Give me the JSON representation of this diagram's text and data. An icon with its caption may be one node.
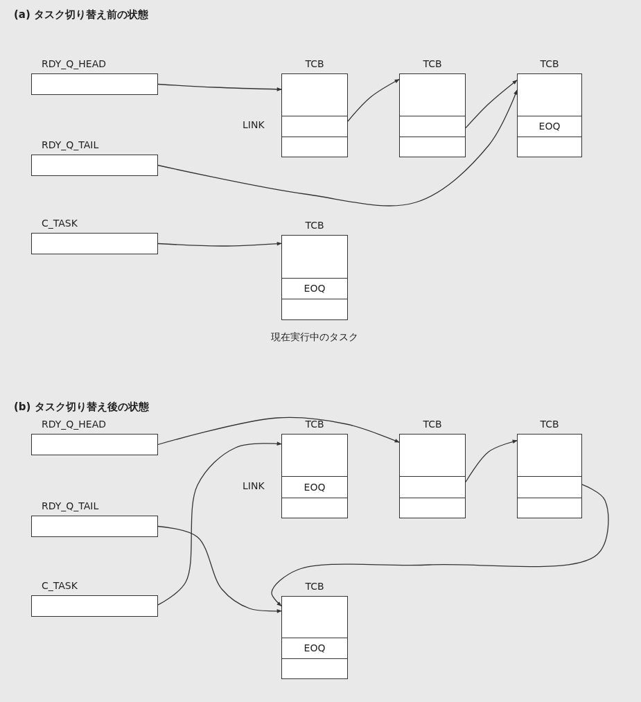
{
  "diagram": {
    "nodes": [
      {
        "text": [
          "RDY_Q_HEAD"
        ]
      },
      {
        "text": [
          "RDY_Q_TAIL"
        ]
      },
      {
        "text": [
          "C_TASK"
        ]
      },
      {
        "text": [
          "TCB"
        ]
      },
      {
        "text": [
          "TCB"
        ]
      },
      {
        "text": [
          "TCB",
          "EOQ"
        ]
      },
      {
        "text": [
          "TCB",
          "EOQ"
        ],
        "beside": [
          "現在実行中のタスク"
        ]
      },
      {
        "text": [
          "RDY_Q_HEAD"
        ]
      },
      {
        "text": [
          "RDY_Q_TAIL"
        ]
      },
      {
        "text": [
          "C_TASK"
        ]
      },
      {
        "text": [
          "TCB",
          "EOQ"
        ]
      },
      {
        "text": [
          "TCB"
        ]
      },
      {
        "text": [
          "TCB"
        ]
      },
      {
        "text": [
          "TCB",
          "EOQ"
        ]
      }
    ],
    "edges": [
      {
        "from": 0,
        "to": 3,
        "arrow": "to"
      },
      {
        "from": 3,
        "to": 4,
        "arrow": "to"
      },
      {
        "from": 4,
        "to": 5,
        "arrow": "to"
      },
      {
        "from": 1,
        "to": 5,
        "arrow": "to"
      },
      {
        "from": 2,
        "to": 6,
        "arrow": "to"
      },
      {
        "from": 7,
        "to": 11,
        "arrow": "to"
      },
      {
        "from": 9,
        "to": 10,
        "arrow": "to"
      },
      {
        "from": 8,
        "to": 13,
        "arrow": "to"
      },
      {
        "from": 11,
        "to": 12,
        "arrow": "to"
      },
      {
        "from": 12,
        "to": 13,
        "arrow": "to"
      }
    ],
    "labels": [
      "(a) タスク切り替え前の状態",
      "LINK",
      "(b) タスク切り替え後の状態",
      "LINK"
    ]
  }
}
